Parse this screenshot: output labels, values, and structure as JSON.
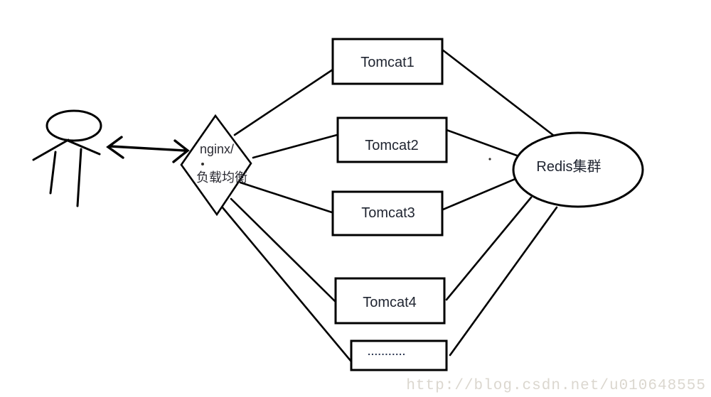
{
  "diagram": {
    "title": "nginx load balancing with Tomcat cluster and Redis",
    "user": {
      "name": "client-user"
    },
    "load_balancer": {
      "line1": "nginx/",
      "line2": "负载均衡"
    },
    "servers": [
      {
        "label": "Tomcat1"
      },
      {
        "label": "Tomcat2"
      },
      {
        "label": "Tomcat3"
      },
      {
        "label": "Tomcat4"
      },
      {
        "label": "..........."
      }
    ],
    "cluster": {
      "label": "Redis集群"
    }
  },
  "watermark": {
    "text": "http://blog.csdn.net/u010648555"
  },
  "colors": {
    "background": "#ffffff",
    "stroke": "#000000",
    "label": "#1f2430",
    "watermark": "#dbd7cf"
  }
}
